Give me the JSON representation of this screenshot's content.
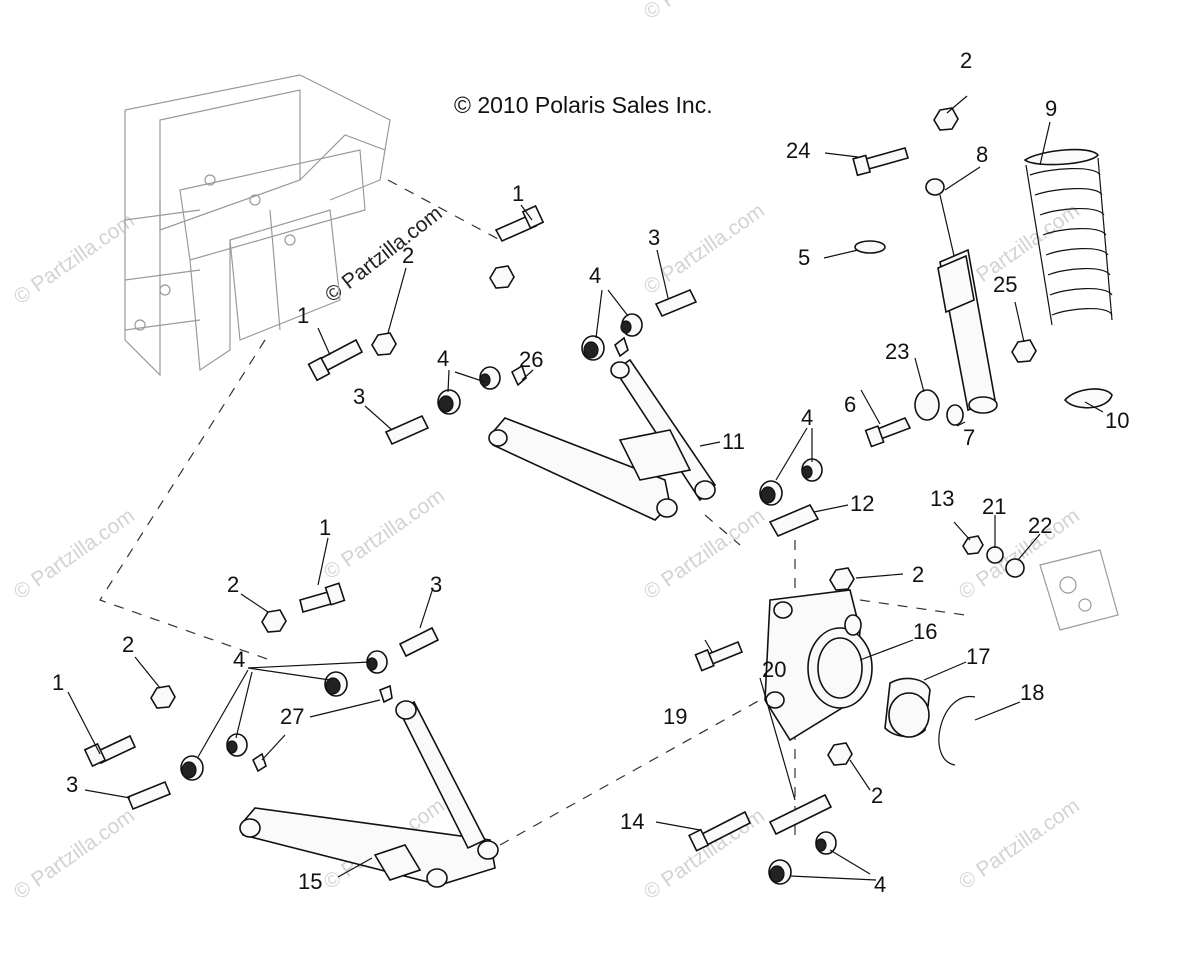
{
  "copyright": "© 2010 Polaris Sales Inc.",
  "watermarks": [
    "© Partzilla.com",
    "© Partzilla.com",
    "© Partzilla.com",
    "© Partzilla.com",
    "© Partzilla.com",
    "© Partzilla.com",
    "© Partzilla.com",
    "© Partzilla.com",
    "© Partzilla.com",
    "© Partzilla.com",
    "© Partzilla.com",
    "© Partzilla.com"
  ],
  "dark_watermark": "© Partzilla.com",
  "callouts": [
    "1",
    "2",
    "3",
    "4",
    "5",
    "6",
    "7",
    "8",
    "9",
    "10",
    "11",
    "12",
    "13",
    "14",
    "15",
    "16",
    "17",
    "18",
    "19",
    "20",
    "21",
    "22",
    "23",
    "24",
    "25",
    "26",
    "27"
  ]
}
